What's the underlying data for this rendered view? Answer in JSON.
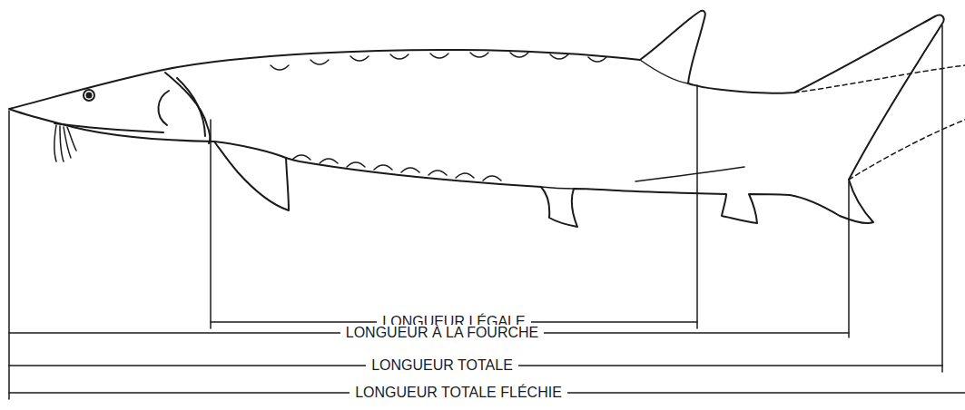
{
  "diagram": {
    "labels": [
      "LONGUEUR LÉGALE",
      "LONGUEUR À LA FOURCHE",
      "LONGUEUR TOTALE",
      "LONGUEUR TOTALE FLÉCHIE"
    ]
  }
}
